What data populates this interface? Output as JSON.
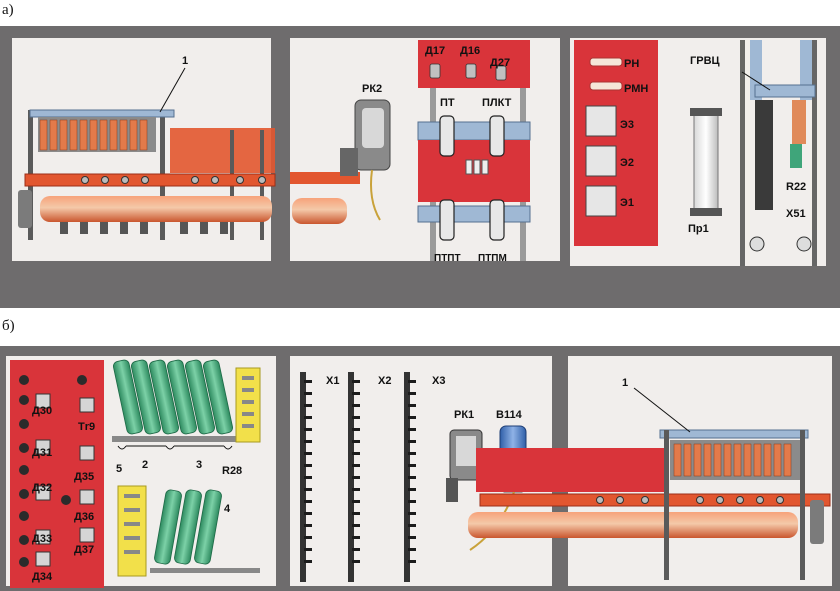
{
  "section_a": {
    "marker": "а)",
    "labels": {
      "callout_1": "1",
      "rk2": "РК2",
      "d17": "Д17",
      "d16": "Д16",
      "d27": "Д27",
      "pt": "ПТ",
      "plkt": "ПЛКТ",
      "ptpt": "ПТПТ",
      "ptpm": "ПТПМ",
      "rn": "РН",
      "rmn": "РМН",
      "e3": "Э3",
      "e2": "Э2",
      "e1": "Э1",
      "pr1": "Пр1",
      "grvc": "ГРВЦ",
      "r22": "R22",
      "x51": "Х51"
    }
  },
  "section_b": {
    "marker": "б)",
    "labels": {
      "d30": "Д30",
      "d31": "Д31",
      "d32": "Д32",
      "d33": "Д33",
      "d34": "Д34",
      "tr9": "Тr9",
      "d35": "Д35",
      "d36": "Д36",
      "d37": "Д37",
      "callout_2": "2",
      "callout_3": "3",
      "callout_4": "4",
      "callout_5": "5",
      "r28": "R28",
      "x1": "Х1",
      "x2": "Х2",
      "x3": "Х3",
      "rk1": "РК1",
      "v114": "В114",
      "callout_1": "1"
    }
  },
  "colors": {
    "frame": "#6e6c6d",
    "panel_bg": "#f1eeec",
    "red_panel": "#d9343a",
    "orange_bus": "#e2562f",
    "green_coil": "#3fa57a",
    "yellow_board": "#f2e04a",
    "blue_bar": "#9fb8d4"
  }
}
